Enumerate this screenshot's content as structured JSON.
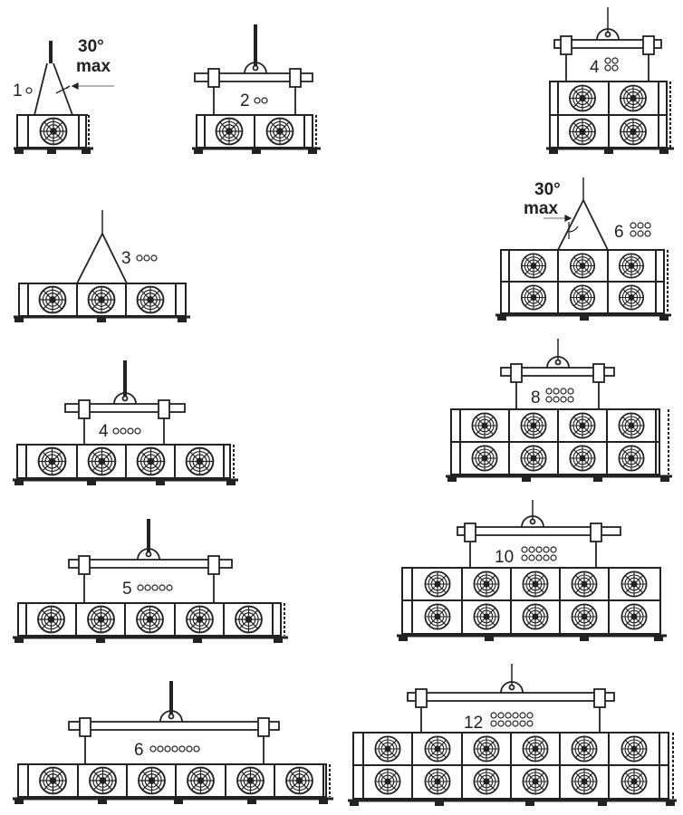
{
  "colors": {
    "ink": "#222222",
    "paper": "#ffffff",
    "guide": "#888888"
  },
  "angle_note": {
    "angle": "30°",
    "max": "max"
  },
  "configs": [
    {
      "id": "c1",
      "number": "1",
      "rows": 1,
      "cols": 1,
      "rig": "sling"
    },
    {
      "id": "c2",
      "number": "2",
      "rows": 1,
      "cols": 2,
      "rig": "beam"
    },
    {
      "id": "c4v",
      "number": "4",
      "rows": 2,
      "cols": 2,
      "rig": "beam"
    },
    {
      "id": "c3",
      "number": "3",
      "rows": 1,
      "cols": 3,
      "rig": "sling"
    },
    {
      "id": "c6v",
      "number": "6",
      "rows": 2,
      "cols": 3,
      "rig": "sling"
    },
    {
      "id": "c4h",
      "number": "4",
      "rows": 1,
      "cols": 4,
      "rig": "beam"
    },
    {
      "id": "c8",
      "number": "8",
      "rows": 2,
      "cols": 4,
      "rig": "beam"
    },
    {
      "id": "c5",
      "number": "5",
      "rows": 1,
      "cols": 5,
      "rig": "beam"
    },
    {
      "id": "c10",
      "number": "10",
      "rows": 2,
      "cols": 5,
      "rig": "beam"
    },
    {
      "id": "c6h",
      "number": "6",
      "rows": 1,
      "cols": 6,
      "rig": "beam"
    },
    {
      "id": "c12",
      "number": "12",
      "rows": 2,
      "cols": 6,
      "rig": "beam"
    }
  ]
}
